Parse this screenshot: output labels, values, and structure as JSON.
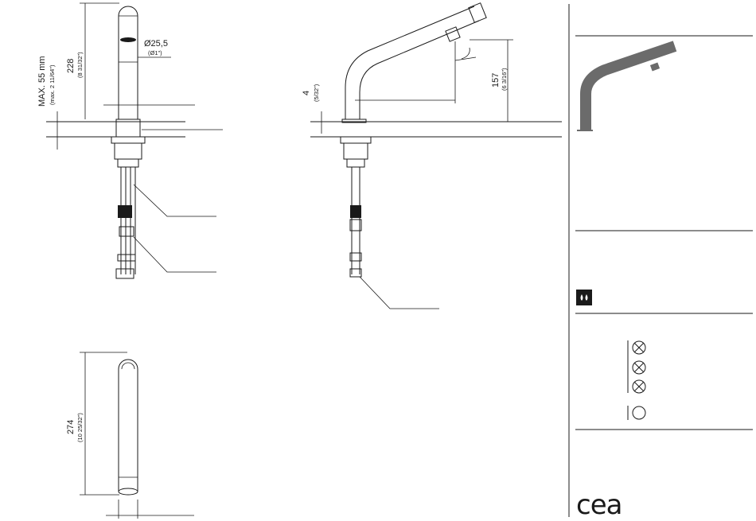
{
  "front_view": {
    "height_mm": "228",
    "height_in": "(8 31/32\")",
    "diameter_mm": "Ø25,5",
    "diameter_in": "(Ø1\")",
    "max_thickness_mm": "MAX. 55 mm",
    "max_thickness_in": "(max. 2 11/64\")"
  },
  "side_view": {
    "base_mm": "4",
    "base_in": "(5/32\")",
    "height_mm": "157",
    "height_in": "(6 3/16\")"
  },
  "top_view": {
    "length_mm": "274",
    "length_in": "(10 25/32\")"
  },
  "side_panel": {
    "water_icon": "water-drops-icon",
    "symbols": [
      "crossed-circle",
      "crossed-circle",
      "crossed-circle",
      "empty-circle"
    ]
  },
  "brand": {
    "logo_text": "cea"
  },
  "colors": {
    "line": "#1a1a1a",
    "thumbnail_fill": "#6b6b6b"
  }
}
